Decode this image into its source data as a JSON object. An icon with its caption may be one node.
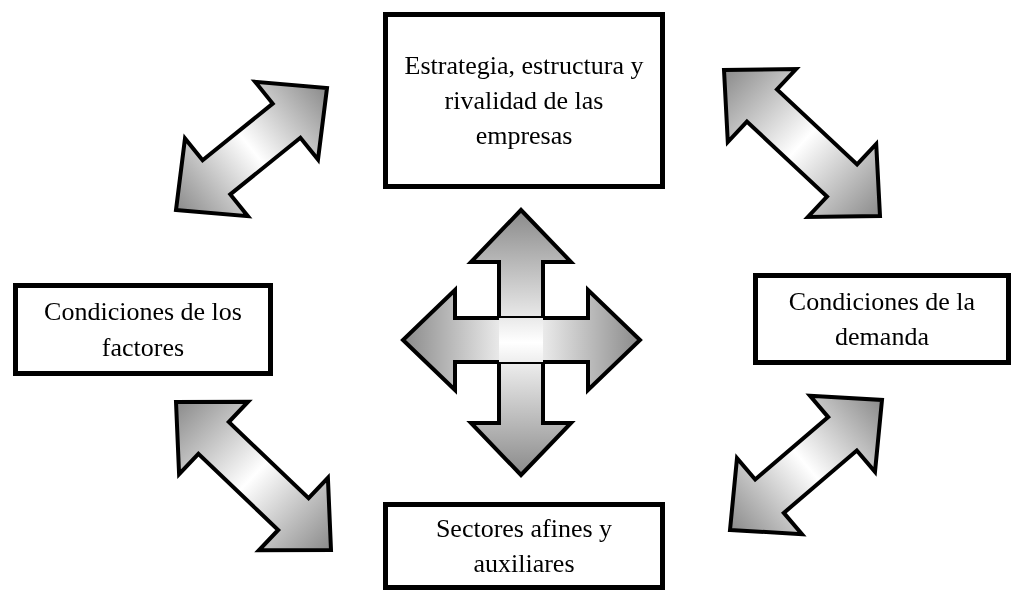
{
  "diagram": {
    "nodes": [
      {
        "text": [
          "Estrategia, estructura y rivalidad de las empresas"
        ]
      },
      {
        "text": [
          "Condiciones de los factores"
        ]
      },
      {
        "text": [
          "Condiciones de la demanda"
        ]
      },
      {
        "text": [
          "Sectores afines y auxiliares"
        ]
      }
    ],
    "edges": [
      {
        "from": 1,
        "to": 0,
        "arrow": "both"
      },
      {
        "from": 0,
        "to": 2,
        "arrow": "both"
      },
      {
        "from": 1,
        "to": 3,
        "arrow": "both"
      },
      {
        "from": 3,
        "to": 2,
        "arrow": "both"
      },
      {
        "from": 0,
        "to": 3,
        "arrow": "both"
      },
      {
        "from": 1,
        "to": 2,
        "arrow": "both"
      }
    ]
  }
}
